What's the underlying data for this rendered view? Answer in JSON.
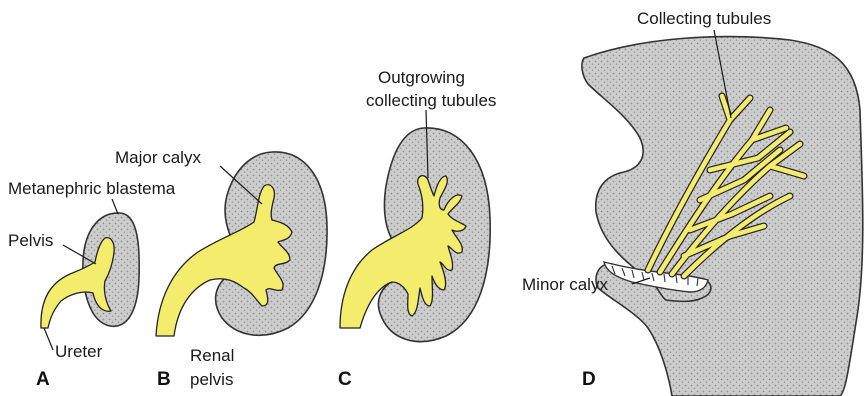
{
  "colors": {
    "tissue": "#cfcfcf",
    "duct": "#f4ec6c",
    "outline": "#333333"
  },
  "labels": {
    "metanephric_blastema": "Metanephric blastema",
    "pelvis": "Pelvis",
    "ureter": "Ureter",
    "major_calyx": "Major calyx",
    "renal_pelvis_line1": "Renal",
    "renal_pelvis_line2": "pelvis",
    "outgrowing_line1": "Outgrowing",
    "outgrowing_line2": "collecting tubules",
    "collecting_tubules": "Collecting tubules",
    "minor_calyx": "Minor calyx"
  },
  "panels": [
    "A",
    "B",
    "C",
    "D"
  ]
}
